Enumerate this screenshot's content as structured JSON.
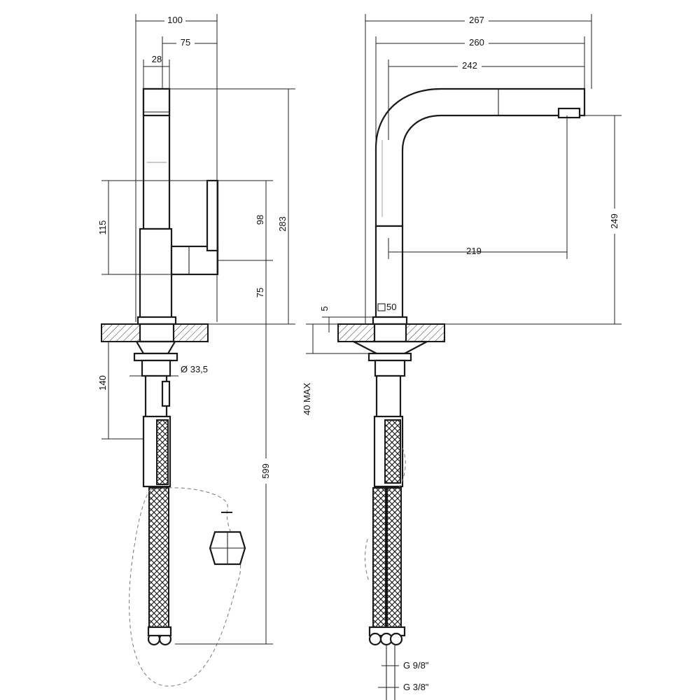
{
  "dimensions": {
    "front_width_100": "100",
    "front_width_75": "75",
    "front_spout_28": "28",
    "front_height_115": "115",
    "front_height_98": "98",
    "front_height_283": "283",
    "front_height_75": "75",
    "front_diameter": "Ø 33,5",
    "front_hose_140": "140",
    "front_hose_599": "599",
    "side_reach_267": "267",
    "side_reach_260": "260",
    "side_reach_242": "242",
    "side_height_249": "249",
    "side_reach_219": "219",
    "side_base_50": "50",
    "side_top_5": "5",
    "side_deck_max": "40 MAX",
    "side_thread_top": "G 9/8\"",
    "side_thread_bottom": "G 3/8\""
  }
}
